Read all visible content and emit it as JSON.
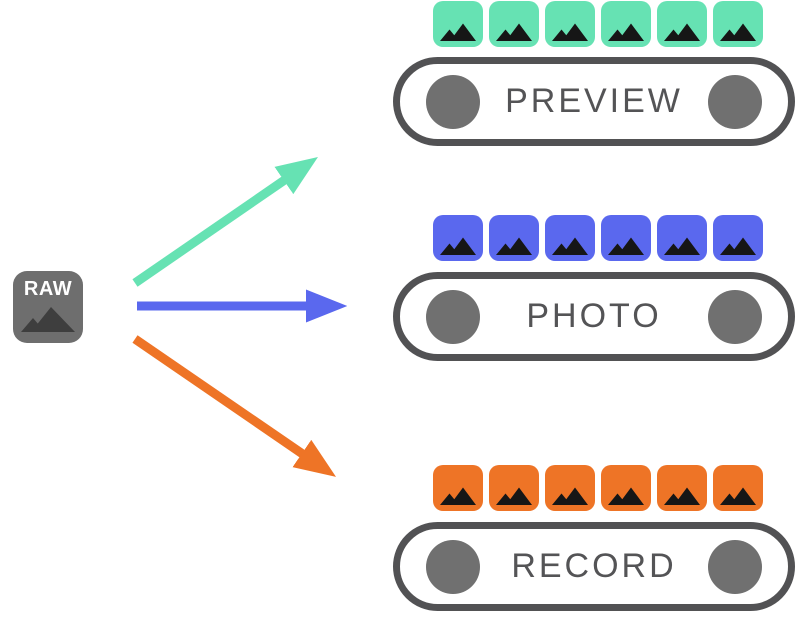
{
  "source": {
    "label": "RAW"
  },
  "streams": [
    {
      "id": "preview",
      "label": "PREVIEW",
      "color": "#66e2b3",
      "frame_count": 6
    },
    {
      "id": "photo",
      "label": "PHOTO",
      "color": "#5a68ee",
      "frame_count": 6
    },
    {
      "id": "record",
      "label": "RECORD",
      "color": "#ee7426",
      "frame_count": 6
    }
  ],
  "colors": {
    "background": "#ffffff",
    "pill_border": "#525254",
    "pill_text": "#545456",
    "pill_circle": "#707070",
    "raw_box": "#6e6e6e",
    "raw_label": "#ffffff",
    "frame_glyph": "#161616",
    "raw_glyph": "#3e3e3e"
  }
}
